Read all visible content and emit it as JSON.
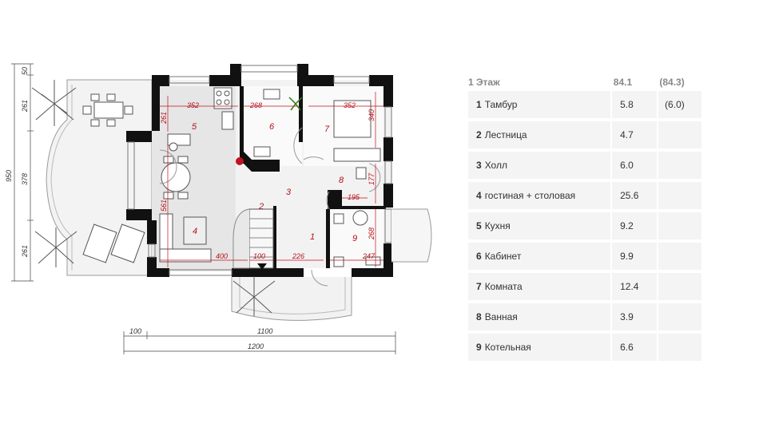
{
  "plan": {
    "left_dims": [
      "50",
      "261",
      "950",
      "378",
      "261"
    ],
    "bottom_dims": [
      "100",
      "1100",
      "1200"
    ],
    "inner_dims": [
      "352",
      "268",
      "352",
      "261",
      "340",
      "561",
      "177",
      "195",
      "268",
      "400",
      "100",
      "226",
      "247"
    ],
    "room_numbers": [
      "1",
      "2",
      "3",
      "4",
      "5",
      "6",
      "7",
      "8",
      "9"
    ]
  },
  "table": {
    "header": {
      "name": "1 Этаж",
      "area": "84.1",
      "alt": "(84.3)"
    },
    "rows": [
      {
        "num": "1",
        "name": "Тамбур",
        "area": "5.8",
        "alt": "(6.0)"
      },
      {
        "num": "2",
        "name": "Лестница",
        "area": "4.7",
        "alt": ""
      },
      {
        "num": "3",
        "name": "Холл",
        "area": "6.0",
        "alt": ""
      },
      {
        "num": "4",
        "name": "гостиная + столовая",
        "area": "25.6",
        "alt": ""
      },
      {
        "num": "5",
        "name": "Кухня",
        "area": "9.2",
        "alt": ""
      },
      {
        "num": "6",
        "name": "Кабинет",
        "area": "9.9",
        "alt": ""
      },
      {
        "num": "7",
        "name": "Комната",
        "area": "12.4",
        "alt": ""
      },
      {
        "num": "8",
        "name": "Ванная",
        "area": "3.9",
        "alt": ""
      },
      {
        "num": "9",
        "name": "Котельная",
        "area": "6.6",
        "alt": ""
      }
    ]
  }
}
